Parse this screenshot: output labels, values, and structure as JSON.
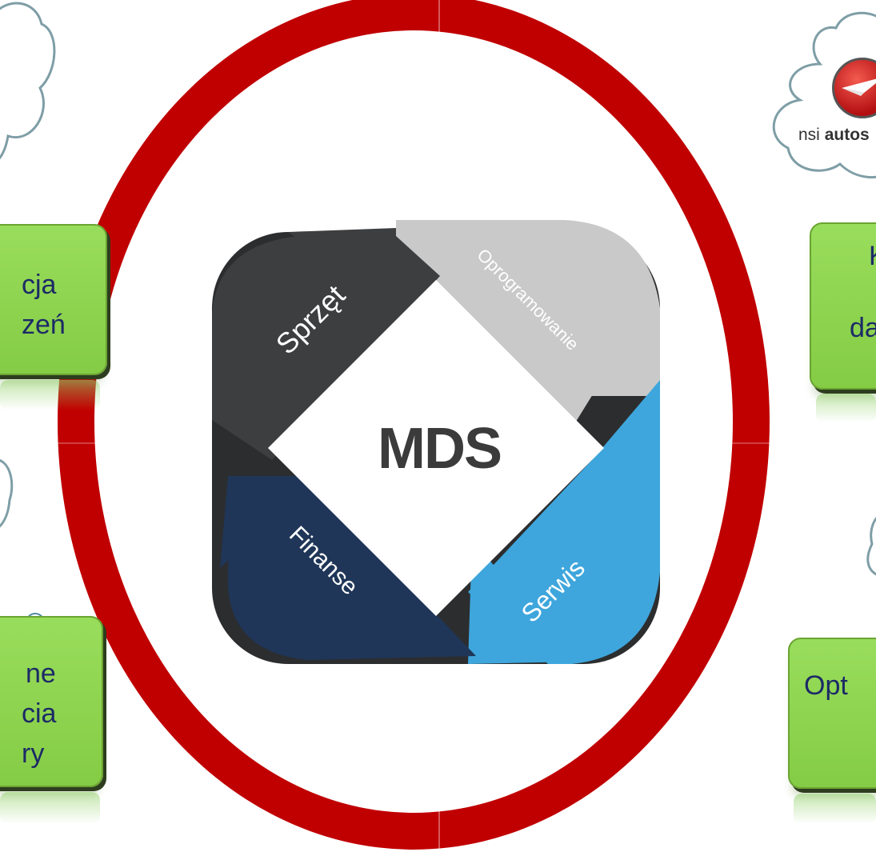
{
  "diagram": {
    "center_label": "MDS",
    "cycle_segments": [
      {
        "label": "Sprzęt",
        "color": "#3d3e40"
      },
      {
        "label": "Oprogramowanie",
        "color": "#c9c9c9"
      },
      {
        "label": "Serwis",
        "color": "#3ea6dc"
      },
      {
        "label": "Finanse",
        "color": "#1f3658"
      }
    ],
    "ring_color": "#c00000",
    "box_color": "#8fd451"
  },
  "boxes": {
    "left_top": {
      "line1": "cja",
      "line2": "zeń"
    },
    "left_bottom": {
      "line1": "ne",
      "line2": "cia",
      "line3": "ry"
    },
    "right_top": {
      "line1": "K",
      "line2": "da"
    },
    "right_bottom": {
      "line1": "Opt"
    }
  },
  "logo": {
    "brand_prefix": "nsi",
    "brand_suffix": "autos"
  }
}
